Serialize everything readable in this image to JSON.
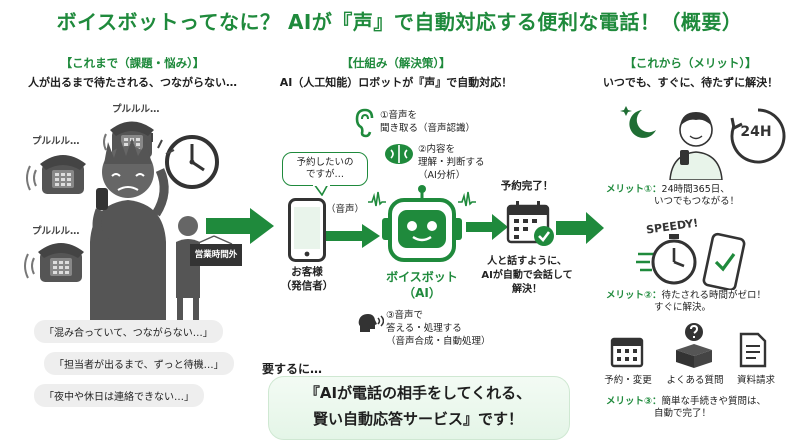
{
  "title": "ボイスボットってなに？ AIが『声』で自動対応する便利な電話！（概要）",
  "left": {
    "header": "【これまで（課題・悩み）】",
    "subheader": "人が出るまで待たされる、つながらない…",
    "ring_sound": "プルルル…",
    "sign": "営業時間外",
    "complaints": [
      "「混み合っていて、つながらない…」",
      "「担当者が出るまで、ずっと待機…」",
      "「夜中や休日は連絡できない…」"
    ]
  },
  "middle": {
    "header": "【仕組み（解決策）】",
    "subheader": "AI（人工知能）ロボットが『声』で自動対応！",
    "customer_speech_1": "予約したいの",
    "customer_speech_2": "ですが…",
    "voice_label": "（音声）",
    "customer_1": "お客様",
    "customer_2": "（発信者）",
    "step1_1": "①音声を",
    "step1_2": "聞き取る（音声認識）",
    "step2_1": "②内容を",
    "step2_2": "理解・判断する",
    "step2_3": "（AI分析）",
    "bot_1": "ボイスボット",
    "bot_2": "（AI）",
    "step3_1": "③音声で",
    "step3_2": "答える・処理する",
    "step3_3": "（音声合成・自動処理）",
    "done": "予約完了！",
    "result_1": "人と話すように、",
    "result_2": "AIが自動で会話して",
    "result_3": "解決！"
  },
  "right": {
    "header": "【これから（メリット）】",
    "subheader": "いつでも、すぐに、待たずに解決！",
    "badge_24h": "24H",
    "speedy": "SPEEDY!",
    "merit1_label": "メリット①：",
    "merit1_1": "24時間365日、",
    "merit1_2": "いつでもつながる！",
    "merit2_label": "メリット②：",
    "merit2_1": "待たされる時間がゼロ！",
    "merit2_2": "すぐに解決。",
    "icon_reserve": "予約・変更",
    "icon_faq": "よくある質問",
    "icon_docs": "資料請求",
    "merit3_label": "メリット③：",
    "merit3_1": "簡単な手続きや質問は、",
    "merit3_2": "自動で完了！"
  },
  "summary": {
    "lead": "要するに…",
    "line1": "『AIが電話の相手をしてくれる、",
    "line2": "賢い自動応答サービス』です！"
  },
  "colors": {
    "accent": "#1f8a3c",
    "dark": "#3a3a3a",
    "gray": "#8a8a8a"
  }
}
